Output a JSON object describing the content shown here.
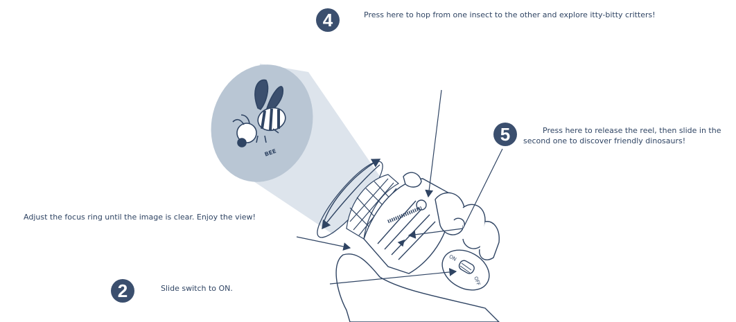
{
  "steps": {
    "step4": {
      "number": "4",
      "text": "Press here to hop from one insect to the other and explore itty-bitty critters!"
    },
    "step5": {
      "number": "5",
      "text_line1": "Press here to release the reel, then slide in the",
      "text_line2": "second one to discover friendly dinosaurs!"
    },
    "step2": {
      "number": "2",
      "text": "Slide switch to ON."
    },
    "focus": {
      "text": "Adjust the focus ring until the image is clear. Enjoy the view!"
    }
  },
  "projection": {
    "label": "BEE"
  },
  "switch": {
    "on_label": "ON",
    "off_label": "OFF"
  },
  "colors": {
    "ink": "#2f4463",
    "badge": "#3b4f6e",
    "disc": "#b9c6d4",
    "beam": "#dde4ec"
  }
}
